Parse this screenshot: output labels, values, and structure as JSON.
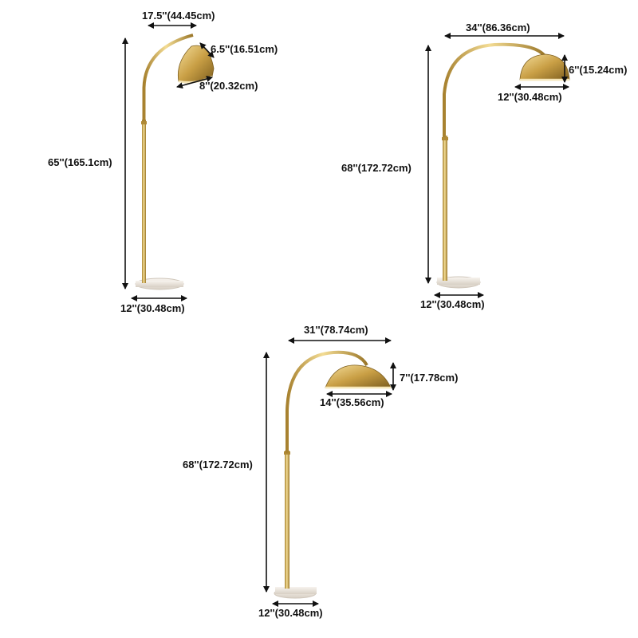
{
  "lamps": [
    {
      "height": "65''(165.1cm)",
      "arm_width": "17.5''(44.45cm)",
      "shade_height": "6.5''(16.51cm)",
      "shade_width": "8''(20.32cm)",
      "base_width": "12''(30.48cm)"
    },
    {
      "height": "68''(172.72cm)",
      "arm_width": "34''(86.36cm)",
      "shade_height": "6''(15.24cm)",
      "shade_width": "12''(30.48cm)",
      "base_width": "12''(30.48cm)"
    },
    {
      "height": "68''(172.72cm)",
      "arm_width": "31''(78.74cm)",
      "shade_height": "7''(17.78cm)",
      "shade_width": "14''(35.56cm)",
      "base_width": "12''(30.48cm)"
    }
  ],
  "colors": {
    "brass": "#c9a24a",
    "brass_dark": "#8a6a22",
    "brass_light": "#f0d68a",
    "marble": "#ede6dc",
    "ink": "#111111"
  }
}
